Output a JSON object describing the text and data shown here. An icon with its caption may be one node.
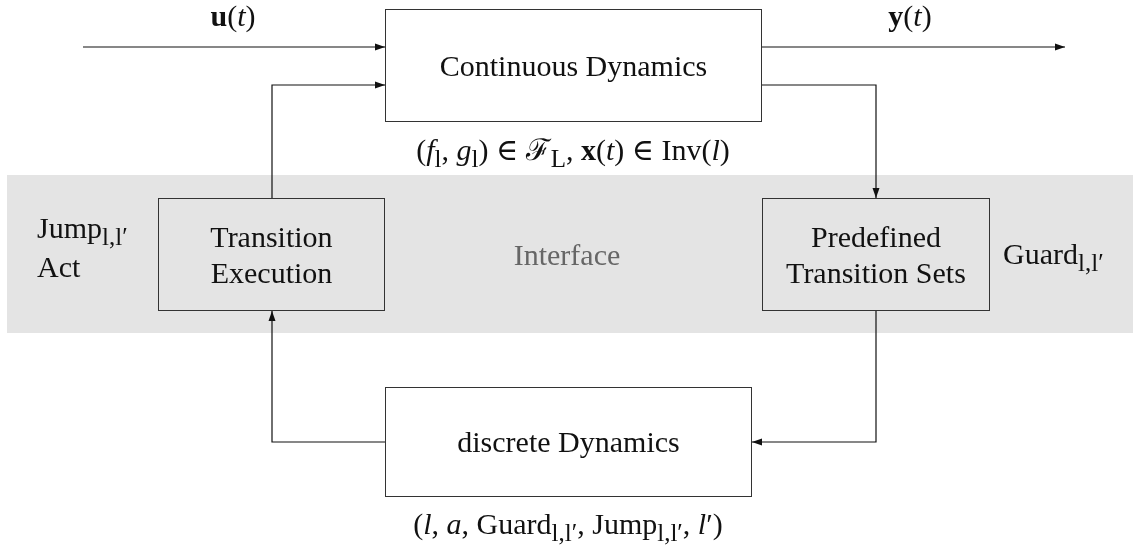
{
  "diagram": {
    "nodes": [
      {
        "text": [
          "Continuous Dynamics"
        ],
        "beside": [
          "(*f*$_{l}$, *g*$_{l}$) ∈ ℱ$_{L}$,  **x**(*t*) ∈ Inv(*l*)"
        ]
      },
      {
        "text": [
          "Interface"
        ]
      },
      {
        "text": [
          "Transition Execution"
        ],
        "in": 1,
        "beside": [
          "Jump$_{l,l′}$",
          "Act"
        ]
      },
      {
        "text": [
          "Predefined Transition Sets"
        ],
        "in": 1,
        "beside": [
          "Guard$_{l,l′}$"
        ]
      },
      {
        "text": [
          "discrete Dynamics"
        ],
        "beside": [
          "(*l*, *a*, Guard$_{l,l′}$, Jump$_{l,l′}$, *l*′)"
        ]
      }
    ],
    "edges": [
      {
        "from": null,
        "to": 0,
        "arrow": "to",
        "label": "**u**(*t*)"
      },
      {
        "from": 0,
        "to": null,
        "arrow": "to",
        "label": "**y**(*t*)"
      },
      {
        "from": 2,
        "to": 0,
        "arrow": "to"
      },
      {
        "from": 0,
        "to": 3,
        "arrow": "to"
      },
      {
        "from": 3,
        "to": 4,
        "arrow": "to"
      },
      {
        "from": 4,
        "to": 2,
        "arrow": "to"
      }
    ]
  }
}
